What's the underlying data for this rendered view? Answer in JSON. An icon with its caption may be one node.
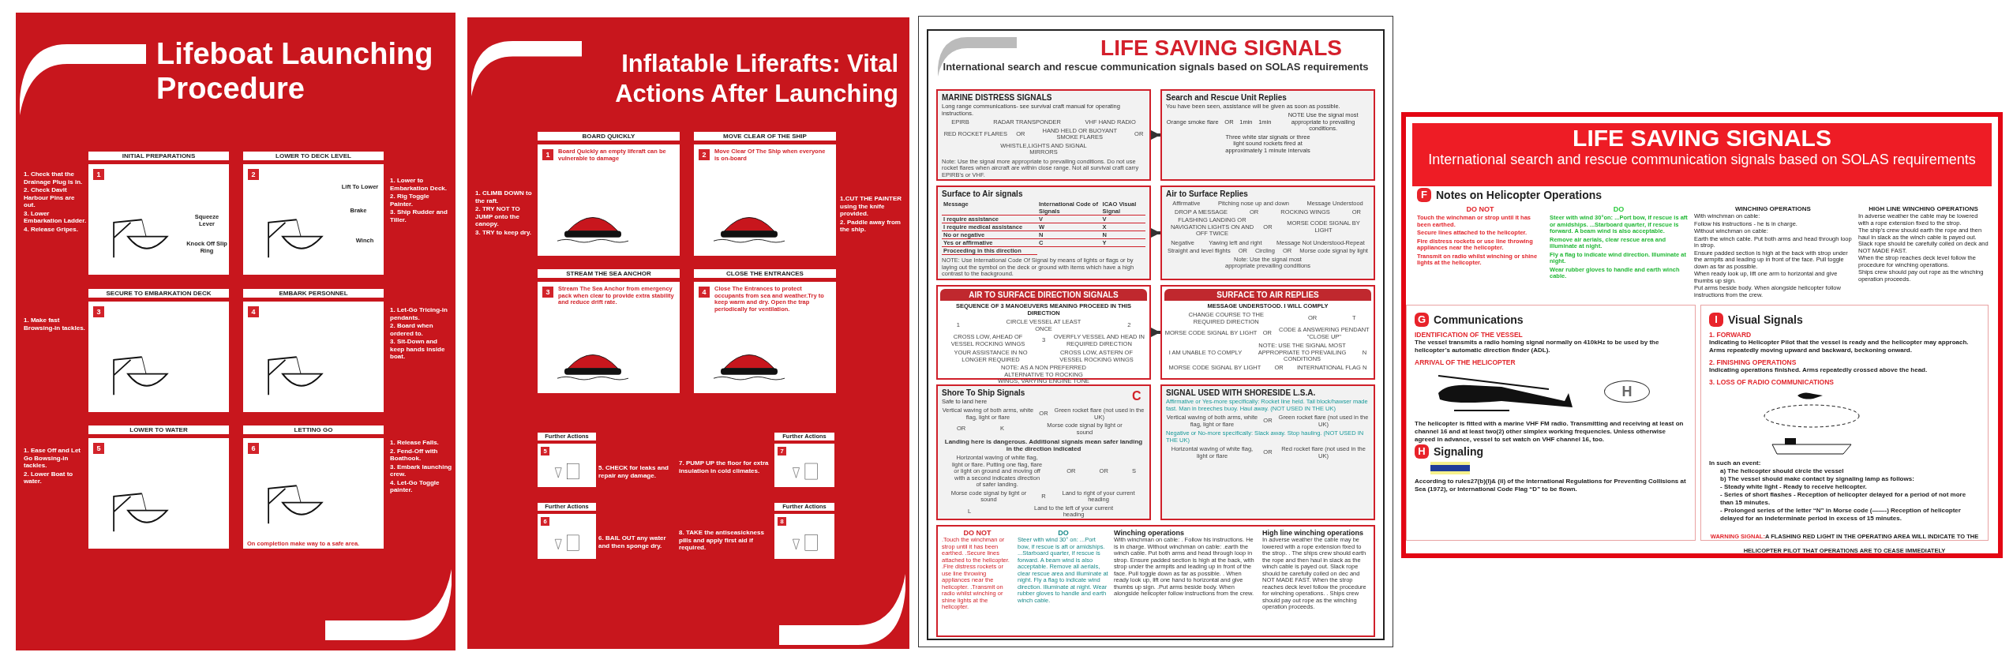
{
  "diagram": {
    "nodes": [
      {
        "text": [
          "Lifeboat Launching Procedure"
        ]
      },
      {
        "text": [
          "INITIAL PREPARATIONS",
          "1"
        ],
        "in": 0,
        "beside": [
          "1. Check that the Drainage Plug is in.",
          "2. Check Davit Harbour Pins are out.",
          "3. Lower Embarkation Ladder.",
          "4. Release Gripes."
        ]
      },
      {
        "text": [
          "LOWER TO DECK LEVEL",
          "2"
        ],
        "in": 0,
        "beside": [
          "1. Lower to Embarkation Deck.",
          "2. Rig Toggle Painter.",
          "3. Ship Rudder and Tiller."
        ]
      },
      {
        "text": [
          "SECURE TO EMBARKATION DECK",
          "3"
        ],
        "in": 0,
        "beside": [
          "1. Make fast Browsing-in tackles."
        ]
      },
      {
        "text": [
          "EMBARK PERSONNEL",
          "4"
        ],
        "in": 0,
        "beside": [
          "1. Let-Go Tricing-in pendants.",
          "2. Board when ordered to.",
          "3. Sit-Down and keep hands inside boat."
        ]
      },
      {
        "text": [
          "LOWER TO WATER",
          "5"
        ],
        "in": 0,
        "beside": [
          "1. Ease Off and Let Go Bowsing-in tackles.",
          "2. Lower Boat to water."
        ]
      },
      {
        "text": [
          "LETTING GO",
          "6",
          "On completion make way to a safe area."
        ],
        "in": 0,
        "beside": [
          "1. Release Falls.",
          "2. Fend-Off with Boathook.",
          "3. Embark launching crew.",
          "4. Let-Go Toggle painter."
        ]
      },
      {
        "text": [
          "Inflatable Liferafts: Vital Actions After Launching"
        ]
      },
      {
        "text": [
          "BOARD QUICKLY",
          "1",
          "Board Quickly an empty liferaft can be vulnerable to damage"
        ],
        "in": 7,
        "beside": [
          "1. CLIMB DOWN to the raft.",
          "2. TRY NOT TO JUMP onto the canopy.",
          "3. TRY to keep dry."
        ]
      },
      {
        "text": [
          "MOVE CLEAR OF THE SHIP",
          "2",
          "Move Clear Of The Ship when everyone is on-board"
        ],
        "in": 7,
        "beside": [
          "1.CUT THE PAINTER using the knife provided.",
          "2. Paddle away from the ship."
        ]
      },
      {
        "text": [
          "STREAM THE SEA ANCHOR",
          "3",
          "Stream The Sea Anchor from emergency pack when clear to provide extra stability and reduce drift rate."
        ],
        "in": 7
      },
      {
        "text": [
          "CLOSE THE ENTRANCES",
          "4",
          "Close The Entrances to protect occupants from sea and weather.Try to keep warm and dry. Open the trap periodically for ventilation."
        ],
        "in": 7
      },
      {
        "text": [
          "Further Actions",
          "5"
        ],
        "in": 7,
        "beside": [
          "5. CHECK for leaks and repair any damage."
        ]
      },
      {
        "text": [
          "Further Actions",
          "7"
        ],
        "in": 7,
        "beside": [
          "7. PUMP UP the  floor for extra insulation in cold climates."
        ]
      },
      {
        "text": [
          "Further Actions",
          "6"
        ],
        "in": 7,
        "beside": [
          "6. BAIL OUT any water and then sponge dry."
        ]
      },
      {
        "text": [
          "Further Actions",
          "8"
        ],
        "in": 7,
        "beside": [
          "8. TAKE the antiseasickness pills and apply first aid if required."
        ]
      },
      {
        "text": [
          "LIFE SAVING SIGNALS",
          "International search and rescue communication signals based on SOLAS requirements"
        ]
      },
      {
        "text": [
          "MARINE DISTRESS SIGNALS",
          "Long range communications- see survival craft manual for operating instructions."
        ],
        "in": 16
      },
      {
        "text": [
          "Search and Rescue Unit Replies",
          "You have been seen, assistance will be given as soon as possible."
        ],
        "in": 16
      },
      {
        "text": [
          "Surface to Air signals"
        ],
        "in": 16
      },
      {
        "text": [
          "Air to Surface Replies"
        ],
        "in": 16
      },
      {
        "text": [
          "AIR TO SURFACE DIRECTION SIGNALS",
          "SEQUENCE OF 3 MANOEUVERS MEANING PROCEED IN THIS DIRECTION"
        ],
        "in": 16
      },
      {
        "text": [
          "SURFACE TO AIR REPLIES",
          "MESSAGE UNDERSTOOD. I WILL COMPLY"
        ],
        "in": 16
      },
      {
        "text": [
          "Shore To Ship Signals",
          "Safe to land here"
        ],
        "in": 16
      },
      {
        "text": [
          "SIGNAL USED WITH SHORESIDE L.S.A.",
          "Affirmative or Yes-more specifically: Rocket line held. Tail block/hawser made fast. Man in breeches buoy. Haul away. (NOT USED IN THE UK)"
        ],
        "in": 16
      },
      {
        "text": [
          "DO NOT",
          ".Touch the winchman or strop until it has been earthed. .Secure lines attached to the helicopter. .Fire distress rockets or use line throwing appliances near the helicopter. .Transmit on radio whilst winching or shine lights at the helicopter.",
          "DO",
          "Steer with wind 30° on: ...Port bow, if rescue is aft or amidships. ...Starboard quarter, if rescue is forward. A beam wind is also acceptable. Remove all aerials, clear rescue area and illuminate at night. Fly a flag to indicate wind direction. Illuminate at night. Wear rubber gloves to handle and earth winch cable.",
          "Winching operations",
          "With winchman on cable: . Follow his instructions. He is in charge. Without winchman on cable: .earth the winch cable. Put both arms and head through loop in strop. Ensure padded section is high at the back, with strop under the armpits and leading up in front of the face. Pull toggle down as far as possible. . When ready look up, lift one hand to horizontal and give thumbs up sign. .Put arms beside body. When alongside helicopter follow instructions from the crew.",
          "High line winching operations",
          "In adverse weather the cable may be lowered with a rope extension fixed to the strop. . The ships crew should earth the rope and then haul in slack as the winch cable is payed out. Slack rope should be carefully coiled on dec and NOT MADE FAST. When the strop reaches deck level follow the procedure for winching operations. . Ships crew should pay out rope as the winching operation proceeds."
        ],
        "in": 16
      },
      {
        "text": [
          "LIFE SAVING SIGNALS",
          "International search and rescue communication signals based on SOLAS requirements"
        ]
      },
      {
        "text": [
          "G",
          "Communications",
          "IDENTIFICATION OF THE VESSEL",
          "The vessel transmits a radio homing signal normally on 410kHz to be used by the helicopter’s automatic direction finder (ADL).",
          "ARRIVAL OF THE HELICOPTER",
          "The helicopter is fitted with a marine VHF FM radio. Transmitting and receiving at least on channel 16 and at least two(2) other simplex working frequencies. Unless otherwise agreed in advance, vessel to set watch on VHF channel 16, too.",
          "H",
          "Signaling",
          "According to rules27(b)(I)& (ii) of the International Regulations for Preventing Collisions at Sea (1972), or International Code Flag “D” to be flown."
        ],
        "in": 26
      },
      {
        "text": [
          "H"
        ],
        "in": 27
      },
      {
        "text": [
          "I",
          "Visual Signals",
          "1. FORWARD",
          "Indicating to Helicopter Pilot that the vessel is ready and the helicopter may approach. Arms repeatedly moving upward and backward, beckoning onward.",
          "2. FINISHING OPERATIONS",
          "Indicating operations finished. Arms repeatedly crossed above the head.",
          "3. LOSS OF RADIO COMMUNICATIONS",
          "In such an event:",
          "a) The helicopter should circle the vessel",
          "b) The vessel should make contact by signaling lamp as follows:",
          "- Steady white light - Ready to receive helicopter.",
          "- Series of short flashes - Reception of helicopter delayed for a period of not more than 15 minutes.",
          "- Prolonged series of the letter “N” in Morse code (——-) Reception of helicopter delayed for an indeterminate period in excess of 15 minutes."
        ],
        "in": 26
      }
    ],
    "edges": [
      {
        "from": 17,
        "to": 18,
        "arrow": "to"
      },
      {
        "from": 19,
        "to": 20,
        "arrow": "to"
      },
      {
        "from": 21,
        "to": 22,
        "arrow": "to"
      }
    ],
    "labels": [
      "Squeeze Lever",
      "Knock Off Slip Ring",
      "Lift To Lower",
      "Brake",
      "Winch",
      "EPIRB",
      "RADAR TRANSPONDER",
      "VHF HAND RADIO",
      "RED ROCKET FLARES",
      "OR",
      "HAND HELD OR BUOYANT SMOKE FLARES",
      "OR",
      "WHISTLE,LIGHTS AND SIGNAL MIRRORS",
      "Note: Use the signal more appropriate to prevailing conditions. Do not use rocket flares when aircraft are within close range. Not all survival craft carry EPIRB's or VHF.",
      "Orange smoke flare",
      "OR",
      "1min",
      "1min",
      "NOTE Use the signal most appropriate to prevailing conditions.",
      "Three white star signals or three light sound rockets fired at approximately 1 minute intervals",
      "Message",
      "International Code of Signals",
      "ICAO Visual Signal",
      "I require assistance",
      "V",
      "V",
      "I require medical assistance",
      "W",
      "X",
      "No or negative",
      "N",
      "N",
      "Yes or affirmative",
      "C",
      "Y",
      "Proceeding in this direction",
      "NOTE: Use International Code Of Signal by means of lights or flags or by laying out the symbol on the deck or ground with items which have a high contrast to the background.",
      "Affirmative",
      "Pitching nose up and down",
      "Message Understood",
      "DROP A MESSAGE",
      "OR",
      "ROCKING WINGS",
      "OR",
      "FLASHING LANDING OR NAVIGATION LIGHTS ON AND OFF TWICE",
      "OR",
      "MORSE CODE SIGNAL BY LIGHT",
      "Negative",
      "Yawing left and right",
      "Message Not Understood-Repeat",
      "Straight and level flights",
      "OR",
      "Circling",
      "OR",
      "Morse code signal by light",
      "Note: Use the signal most appropriate prevailing conditions",
      "1",
      "CIRCLE VESSEL AT LEAST ONCE",
      "2",
      "CROSS LOW, AHEAD OF VESSEL ROCKING WINGS",
      "3",
      "OVERFLY VESSEL AND HEAD IN REQUIRED DIRECTION",
      "YOUR ASSISTANCE IN NO LONGER REQUIRED",
      "CROSS LOW, ASTERN OF VESSEL ROCKING WINGS",
      "NOTE: AS A NON PREFERRED ALTERNATIVE TO ROCKING WINGS, VARYING ENGINE TONE OR VOLUME",
      "CHANGE COURSE TO THE REQUIRED DIRECTION",
      "OR",
      "T",
      "MORSE CODE SIGNAL BY LIGHT",
      "OR",
      "CODE & ANSWERING PENDANT \"CLOSE UP\"",
      "I AM UNABLE TO COMPLY",
      "NOTE: USE THE SIGNAL MOST APPROPRIATE TO PREVAILING CONDITIONS",
      "N",
      "MORSE CODE SIGNAL BY LIGHT",
      "OR",
      "INTERNATIONAL FLAG N",
      "Vertical waving of both arms, white flag, light or flare",
      "OR",
      "Green rocket flare (not used in the UK)",
      "OR",
      "K",
      "Morse code signal by light or sound",
      "C",
      "Landing here is dangerous. Additional signals mean safer landing in the direction indicated",
      "Horizontal waving of white flag, light or flare. Putting one flag, flare or light on ground and moving off with a second indicates direction of safer landing.",
      "OR",
      "OR",
      "S",
      "Morse code signal by light or sound",
      "R",
      "Land to right of your current heading",
      "L",
      "Land to the left of your current heading",
      "Vertical waving of both arms, white flag, light or flare",
      "OR",
      "Green rocket flare (not used in the UK)",
      "Negative or No-more specifically: Slack away. Stop hauling. (NOT USED IN THE UK)",
      "Horizontal waving of white flag, light or flare",
      "OR",
      "Red rocket flare (not used in the UK)",
      "F",
      "Notes on Helicopter Operations",
      "DO NOT",
      "Touch the winchman or strop until it has been earthed.",
      "Secure lines attached to the helicopter.",
      "Fire distress rockets or use line throwing appliances near the helicopter.",
      "Transmit on radio whilst winching or shine lights at the helicopter.",
      "DO",
      "Steer with wind 30°on: ...Port bow, if rescue is aft or amidships. ...Starboard quarter, if rescue is forward. A beam wind is also acceptable.",
      "Remove air aerials, clear rescue area and illuminate at night.",
      "Fly a flag to indicate wind direction. Illuminate at night.",
      "Wear rubber gloves to handle and earth winch cable.",
      "WINCHING OPERATIONS",
      "With winchman on cable:",
      "Follow his instructions - he is in charge.",
      "Without winchman on cable:",
      "Earth the winch cable. Put both arms and head through loop in strop.",
      "Ensure padded section is high at the back with strop under the armpits and leading up in front of the face. Pull toggle down as far as possible.",
      "When ready look up, lift one arm to horizontal and give thumbs up sign.",
      "Put arms beside body. When alongside helicopter follow instructions from the crew.",
      "HIGH LINE WINCHING OPERATIONS",
      "In adverse weather the cable may be lowered with a rope extension fixed to the strop.",
      "The ship's crew should earth the rope and then haul in slack as the winch cable is payed out. Slack rope should be carefully coiled on deck and NOT MADE FAST.",
      "When the strop reaches deck level follow the procedure for winching operations.",
      "Ships crew should pay out rope as the winching operation proceeds.",
      "WARNING SIGNAL:",
      "A FLASHING RED LIGHT IN THE OPERATING AREA WILL INDICATE TO THE HELICOPTER PILOT THAT OPERATIONS ARE TO CEASE IMMEDIATELY"
    ]
  }
}
